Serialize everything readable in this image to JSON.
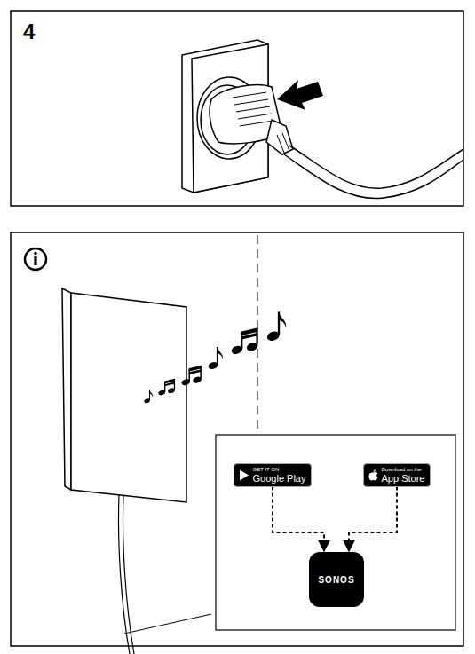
{
  "diagram": {
    "nodes": [
      {
        "text": [
          "GET IT ON",
          "Google Play"
        ]
      },
      {
        "text": [
          "Download on the",
          "App Store"
        ]
      },
      {
        "text": [
          "SONOS"
        ]
      }
    ],
    "edges": [
      {
        "from": 0,
        "to": 2,
        "arrow": "to"
      },
      {
        "from": 1,
        "to": 2,
        "arrow": "to"
      }
    ],
    "labels": [
      "4"
    ]
  }
}
